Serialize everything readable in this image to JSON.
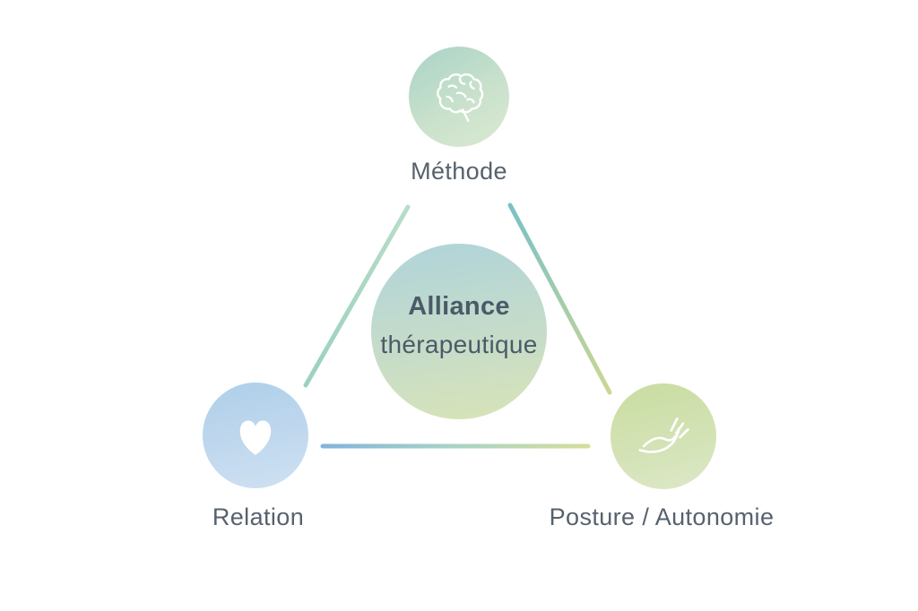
{
  "diagram": {
    "center": {
      "line1": "Alliance",
      "line2": "thérapeutique"
    },
    "nodes": [
      {
        "id": "method",
        "label": "Méthode",
        "icon": "brain-icon"
      },
      {
        "id": "relation",
        "label": "Relation",
        "icon": "heart-icon"
      },
      {
        "id": "posture",
        "label": "Posture / Autonomie",
        "icon": "hand-icon"
      }
    ],
    "colors": {
      "background": "#ffffff",
      "label_text": "#57616e",
      "center_text": "#4b5a68",
      "icon_stroke": "#ffffff",
      "circle_top_gradient": [
        "#a9d3c6",
        "#dbe9d2"
      ],
      "circle_center_gradient": [
        "#afd4da",
        "#d8e4b7"
      ],
      "circle_left_gradient": [
        "#aecfe9",
        "#cfe1f2"
      ],
      "circle_right_gradient": [
        "#c9dda1",
        "#dce8c8"
      ],
      "line_left_gradient": [
        "#b7ddc7",
        "#9bd1bf"
      ],
      "line_right_gradient": [
        "#79c1c6",
        "#cbd792"
      ],
      "line_bottom_gradient": [
        "#83b4db",
        "#a9d3c6",
        "#d5de9b"
      ]
    }
  }
}
